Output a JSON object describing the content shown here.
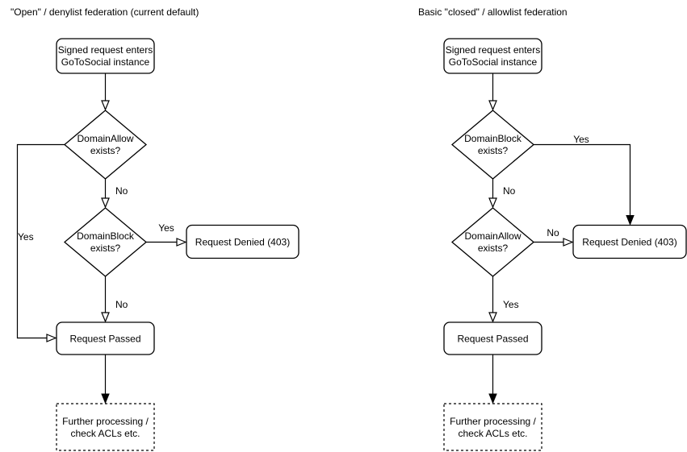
{
  "left": {
    "title": "\"Open\" / denylist federation (current default)",
    "start": {
      "line1": "Signed request enters",
      "line2": "GoToSocial instance"
    },
    "decision1": {
      "line1": "DomainAllow",
      "line2": "exists?"
    },
    "decision2": {
      "line1": "DomainBlock",
      "line2": "exists?"
    },
    "denied": "Request Denied (403)",
    "passed": "Request Passed",
    "further": {
      "line1": "Further processing /",
      "line2": "check ACLs etc."
    },
    "labels": {
      "decision1_no": "No",
      "decision1_yes": "Yes",
      "decision2_yes": "Yes",
      "decision2_no": "No"
    }
  },
  "right": {
    "title": "Basic \"closed\" / allowlist federation",
    "start": {
      "line1": "Signed request enters",
      "line2": "GoToSocial instance"
    },
    "decision1": {
      "line1": "DomainBlock",
      "line2": "exists?"
    },
    "decision2": {
      "line1": "DomainAllow",
      "line2": "exists?"
    },
    "denied": "Request Denied (403)",
    "passed": "Request Passed",
    "further": {
      "line1": "Further processing /",
      "line2": "check ACLs etc."
    },
    "labels": {
      "decision1_yes": "Yes",
      "decision1_no": "No",
      "decision2_no": "No",
      "decision2_yes": "Yes"
    }
  },
  "colors": {
    "stroke": "#000000",
    "background": "#ffffff",
    "text": "#000000"
  }
}
